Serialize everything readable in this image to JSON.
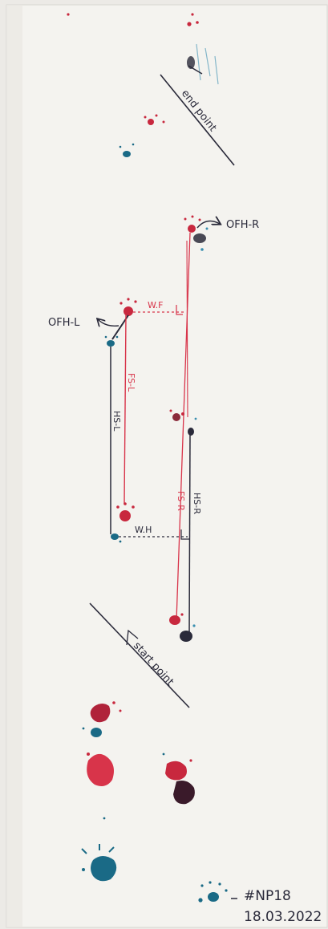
{
  "labels": {
    "end_point": "end point",
    "start_point": "start point",
    "ofh_r": "OFH-R",
    "ofh_l": "OFH-L",
    "wf": "W.F",
    "wh": "W.H",
    "fs_l": "FS-L",
    "hs_l": "HS-L",
    "fs_r": "FS-R",
    "hs_r": "HS-R",
    "specimen_id": "#NP18",
    "date": "18.03.2022"
  },
  "colors": {
    "paper": "#f4f3ef",
    "background": "#eceae6",
    "ink_dark": "#2a2a3a",
    "ink_red": "#d8344a",
    "paint_red": "#c8283e",
    "paint_teal": "#1a6a86"
  }
}
